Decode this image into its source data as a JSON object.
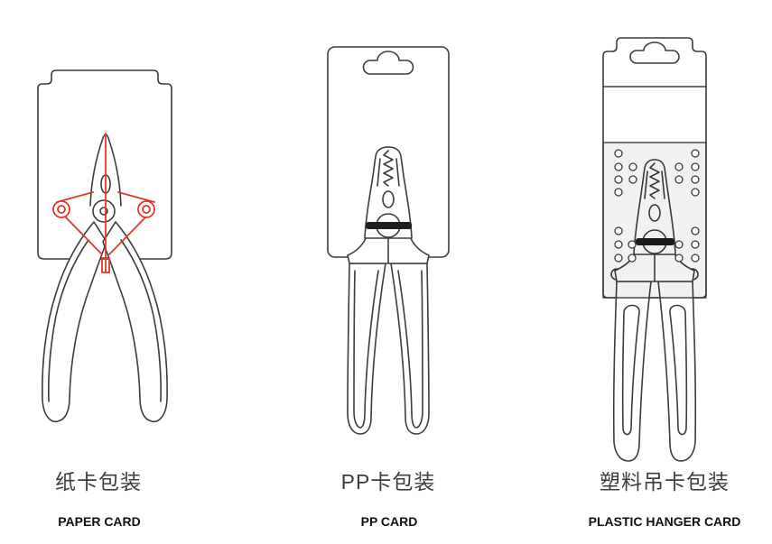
{
  "colors": {
    "line": "#3c3c3c",
    "accent": "#e2372c",
    "band": "#1e1e1e",
    "background": "#ffffff"
  },
  "panels": [
    {
      "title_zh": "纸卡包装",
      "title_en": "PAPER CARD"
    },
    {
      "title_zh": "PP卡包装",
      "title_en": "PP CARD"
    },
    {
      "title_zh": "塑料吊卡包装",
      "title_en": "PLASTIC HANGER CARD"
    }
  ]
}
